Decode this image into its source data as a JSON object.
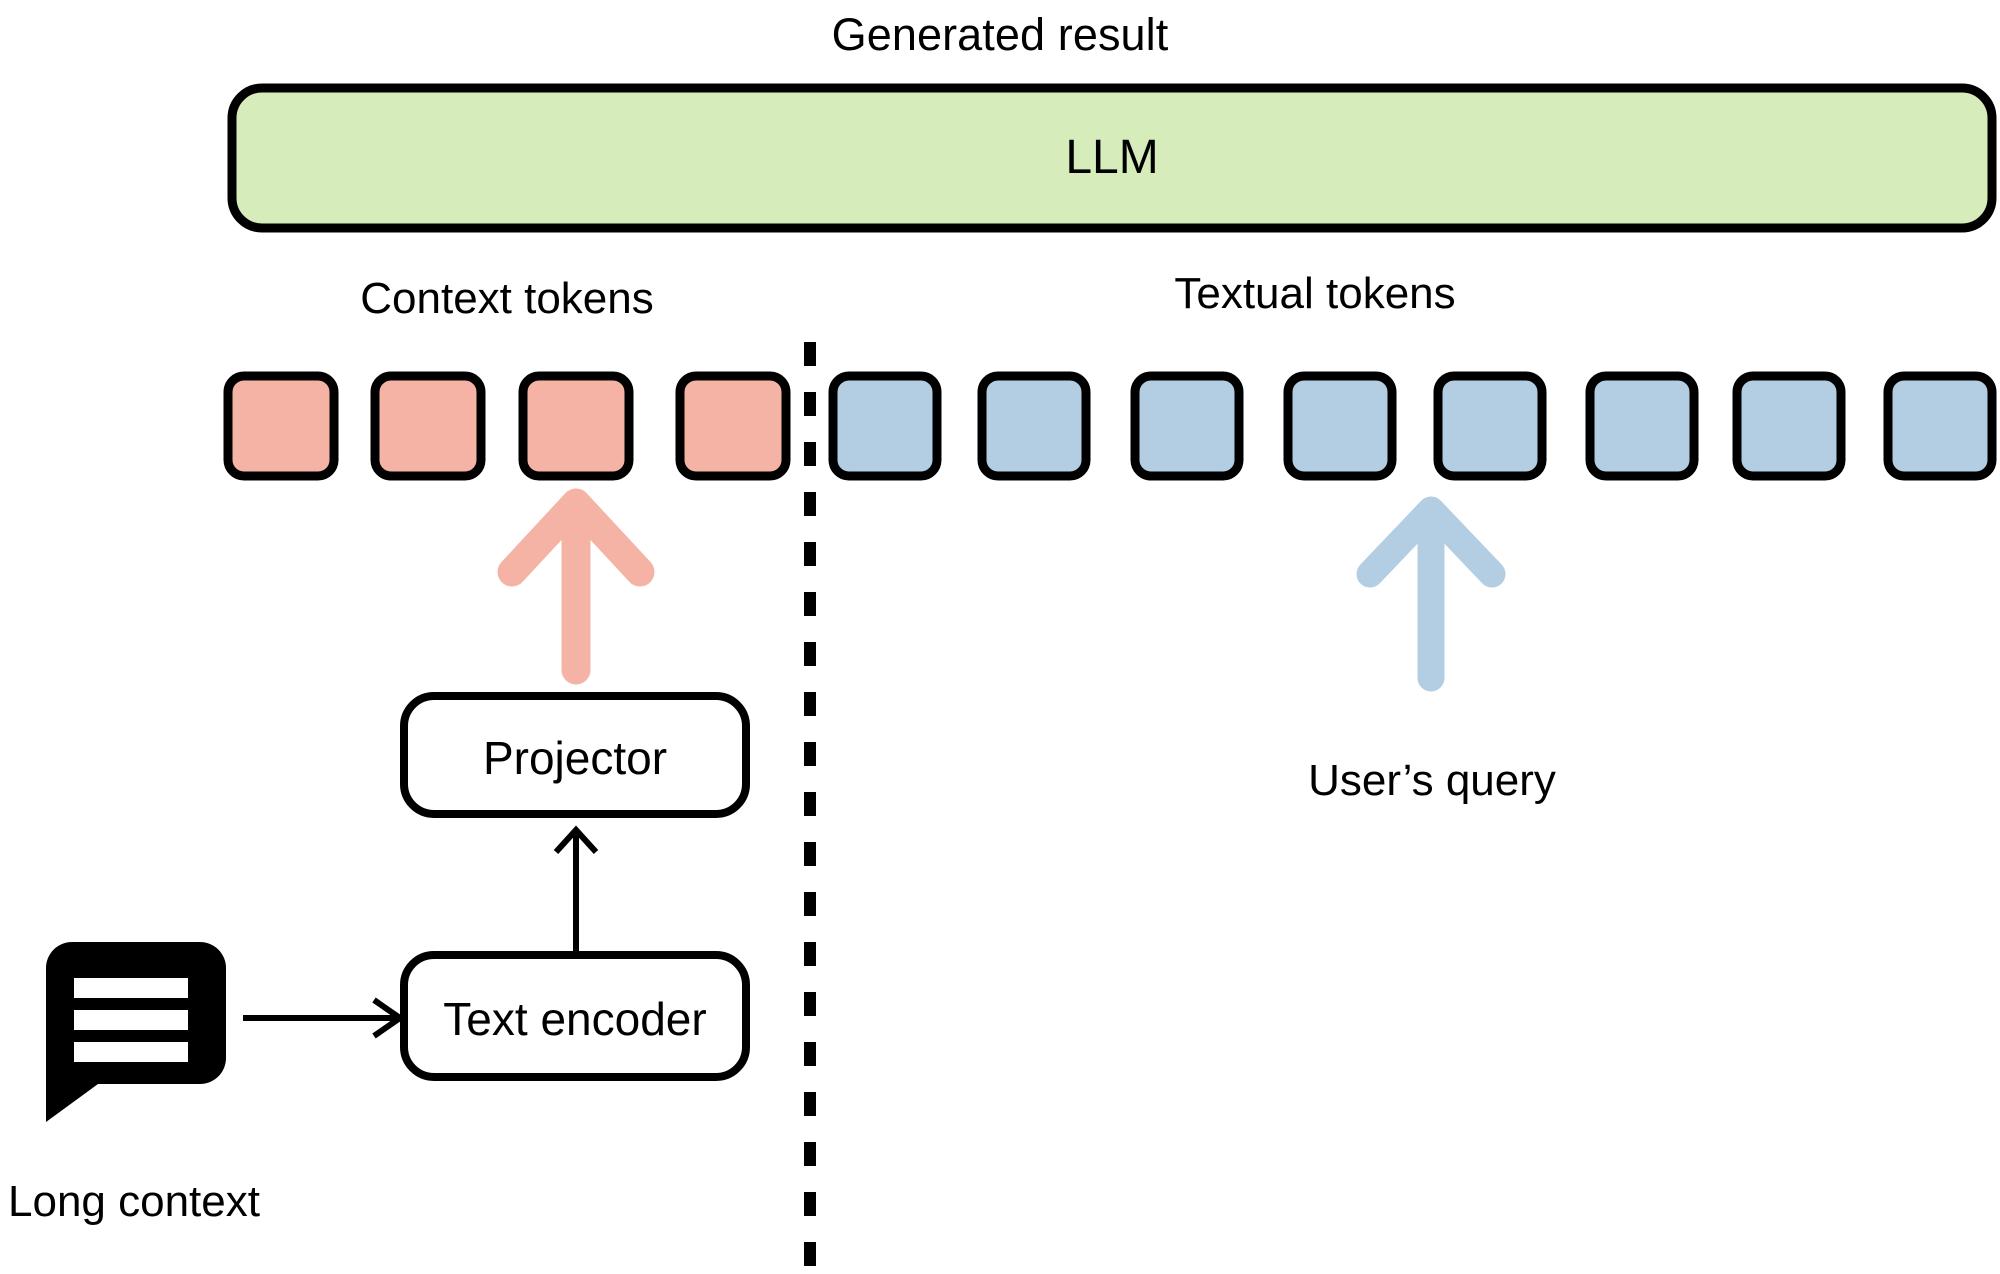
{
  "diagram": {
    "title": "Generated result",
    "colors": {
      "llm_fill": "#d6ecba",
      "context_token_fill": "#f5b3a5",
      "textual_token_fill": "#b3cde3",
      "context_arrow": "#f5b3a5",
      "textual_arrow": "#b3cde3",
      "stroke": "#000000",
      "background": "#ffffff"
    },
    "llm_block": {
      "label": "LLM"
    },
    "groups": {
      "context": {
        "label": "Context tokens",
        "token_count": 4
      },
      "textual": {
        "label": "Textual tokens",
        "token_count": 8
      }
    },
    "nodes": {
      "projector": "Projector",
      "text_encoder": "Text encoder"
    },
    "inputs": {
      "long_context": "Long context",
      "user_query": "User’s query"
    },
    "icons": {
      "long_context": "speech-bubble-icon"
    },
    "divider": {
      "style": "dashed",
      "orientation": "vertical"
    }
  }
}
